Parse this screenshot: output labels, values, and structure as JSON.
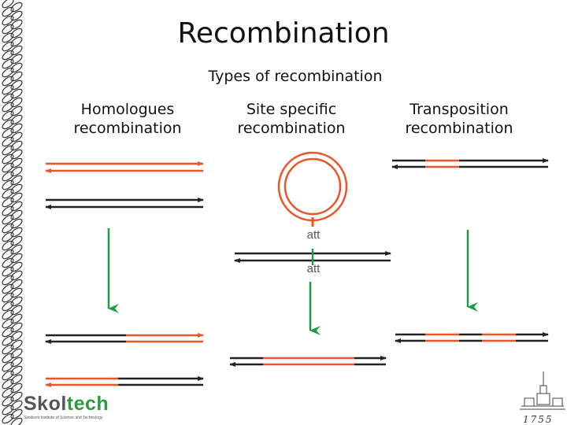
{
  "title": "Recombination",
  "subtitle": "Types of recombination",
  "columns": [
    {
      "line1": "Homologues",
      "line2": "recombination"
    },
    {
      "line1": "Site specific",
      "line2": "recombination"
    },
    {
      "line1": "Transposition",
      "line2": "recombination"
    }
  ],
  "att_labels": [
    "att",
    "att"
  ],
  "logo": {
    "part1": "Skol",
    "part2": "tech",
    "tagline": "Skolkovo Institute of Science and Technology"
  },
  "founding_year": "1755",
  "colors": {
    "dna_red": "#e8572a",
    "dna_black": "#222222",
    "arrow_green": "#1f9a4a",
    "brand_green": "#2e9a3e"
  }
}
